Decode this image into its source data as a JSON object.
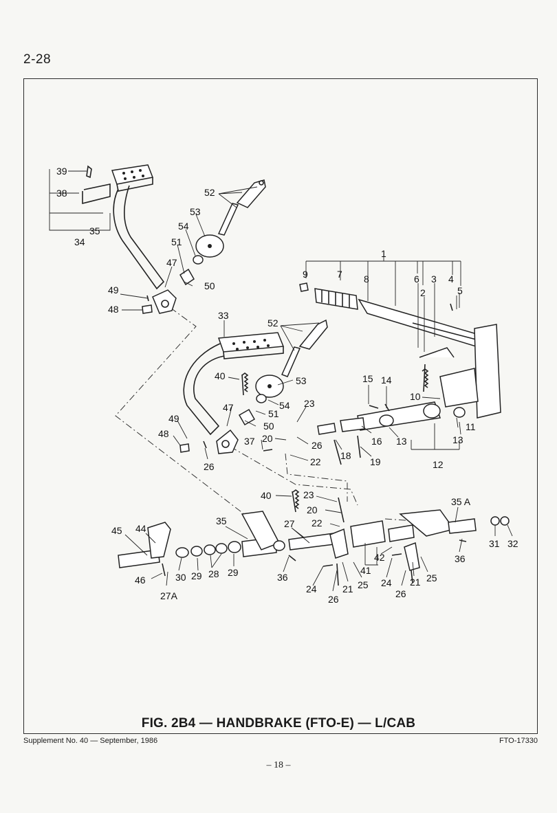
{
  "header": {
    "page_number": "2-28"
  },
  "figure": {
    "caption": "FIG. 2B4 — HANDBRAKE (FTO-E) — L/CAB",
    "callouts": {
      "n1": "1",
      "n2": "2",
      "n3": "3",
      "n4": "4",
      "n5": "5",
      "n6": "6",
      "n7": "7",
      "n8": "8",
      "n9": "9",
      "n10": "10",
      "n11": "11",
      "n12": "12",
      "n13a": "13",
      "n13b": "13",
      "n14": "14",
      "n15": "15",
      "n16": "16",
      "n18": "18",
      "n19": "19",
      "n20a": "20",
      "n20b": "20",
      "n21a": "21",
      "n21b": "21",
      "n22a": "22",
      "n22b": "22",
      "n23a": "23",
      "n23b": "23",
      "n24a": "24",
      "n24b": "24",
      "n25a": "25",
      "n25b": "25",
      "n26a": "26",
      "n26b": "26",
      "n26c": "26",
      "n26d": "26",
      "n27": "27",
      "n27A": "27A",
      "n28": "28",
      "n29a": "29",
      "n29b": "29",
      "n30": "30",
      "n31": "31",
      "n32": "32",
      "n33": "33",
      "n34": "34",
      "n35a": "35",
      "n35b": "35",
      "n35A": "35 A",
      "n36a": "36",
      "n36b": "36",
      "n37": "37",
      "n38": "38",
      "n39": "39",
      "n40a": "40",
      "n40b": "40",
      "n41": "41",
      "n42": "42",
      "n44": "44",
      "n45": "45",
      "n46": "46",
      "n47a": "47",
      "n47b": "47",
      "n48a": "48",
      "n48b": "48",
      "n49a": "49",
      "n49b": "49",
      "n50a": "50",
      "n50b": "50",
      "n51a": "51",
      "n51b": "51",
      "n52a": "52",
      "n52b": "52",
      "n53a": "53",
      "n53b": "53",
      "n54a": "54",
      "n54b": "54"
    }
  },
  "footer": {
    "supplement": "Supplement No. 40 — September, 1986",
    "code": "FTO-17330",
    "folio": "– 18 –"
  }
}
